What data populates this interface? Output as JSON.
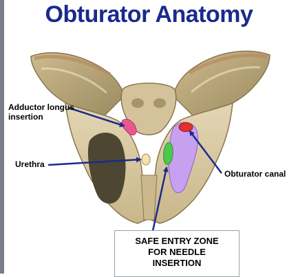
{
  "title": "Obturator Anatomy",
  "labels": {
    "adductor_line1": "Adductor longus",
    "adductor_line2": "insertion",
    "urethra": "Urethra",
    "obturator_canal": "Obturator canal"
  },
  "safe_zone": {
    "line1": "SAFE ENTRY ZONE",
    "line2": "FOR NEEDLE",
    "line3": "INSERTION"
  },
  "colors": {
    "title": "#1a2a8c",
    "arrow": "#1a2a8c",
    "adductor_highlight": "#e8588f",
    "obturator_foramen_highlight": "#c8a0f0",
    "obturator_canal_highlight": "#e03030",
    "safe_zone_highlight": "#4cc84c",
    "urethra_marker": "#f3e2b0",
    "bone": "#d9c9a0"
  }
}
